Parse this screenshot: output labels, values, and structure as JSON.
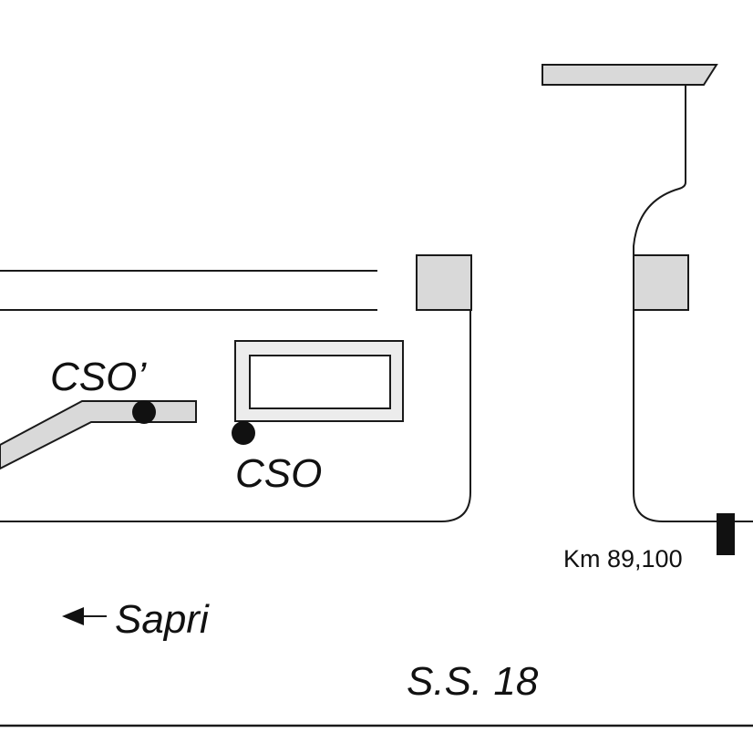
{
  "labels": {
    "cso_prime": "CSO’",
    "cso": "CSO",
    "km_marker": "Km 89,100",
    "direction": "Sapri",
    "road": "S.S. 18"
  },
  "colors": {
    "line": "#1a1a1a",
    "fill_gray": "#d9d9d9",
    "fill_light": "#ececec",
    "background": "#ffffff"
  },
  "icons": {
    "direction_arrow": "arrow-left-icon"
  }
}
